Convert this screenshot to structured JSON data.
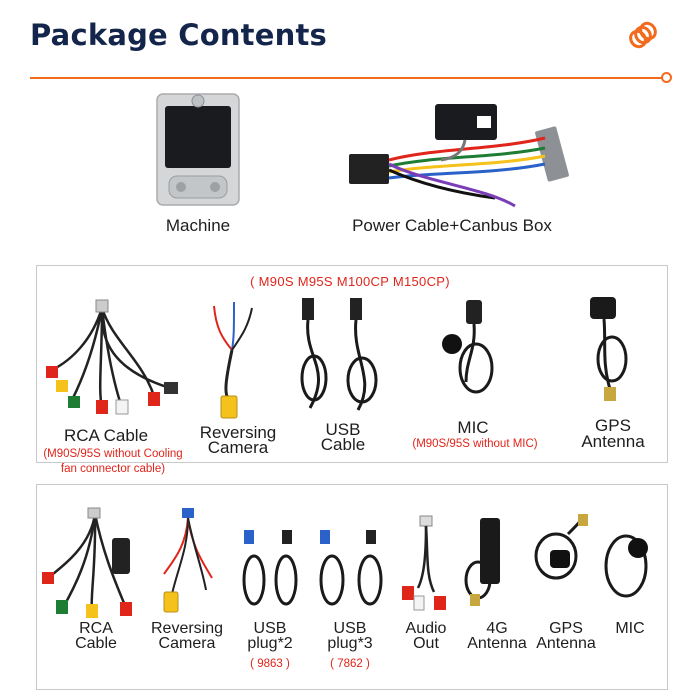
{
  "header": {
    "title": "Package Contents",
    "accent_color": "#f26b1d",
    "title_color": "#14254b",
    "logo_icon": "orange-coil-logo-icon"
  },
  "top_items": [
    {
      "label": "Machine",
      "icon": "head-unit-icon"
    },
    {
      "label": "Power Cable+Canbus Box",
      "icon": "power-harness-icon"
    }
  ],
  "panel1": {
    "models_note": "( M90S M95S M100CP M150CP)",
    "items": [
      {
        "label_lines": [
          "RCA Cable"
        ],
        "note_lines": [
          "(M90S/95S without Cooling",
          "fan connector cable)"
        ],
        "icon": "rca-cable-icon"
      },
      {
        "label_lines": [
          "Reversing",
          "Camera"
        ],
        "icon": "reversing-camera-cable-icon"
      },
      {
        "label_lines": [
          "USB",
          "Cable"
        ],
        "icon": "usb-cable-icon"
      },
      {
        "label_lines": [
          "MIC"
        ],
        "note_lines": [
          "(M90S/95S without MIC)"
        ],
        "icon": "mic-icon"
      },
      {
        "label_lines": [
          "GPS",
          "Antenna"
        ],
        "icon": "gps-antenna-icon"
      }
    ]
  },
  "panel2": {
    "items": [
      {
        "label_lines": [
          "RCA",
          "Cable"
        ],
        "icon": "rca-cable-icon"
      },
      {
        "label_lines": [
          "Reversing",
          "Camera"
        ],
        "icon": "reversing-camera-cable-icon"
      },
      {
        "label_lines": [
          "USB",
          "plug*2"
        ],
        "note_lines": [
          "( 9863 )"
        ],
        "icon": "usb-plug-icon"
      },
      {
        "label_lines": [
          "USB",
          "plug*3"
        ],
        "note_lines": [
          "( 7862 )"
        ],
        "icon": "usb-plug-icon"
      },
      {
        "label_lines": [
          "Audio",
          "Out"
        ],
        "icon": "audio-out-cable-icon"
      },
      {
        "label_lines": [
          "4G",
          "Antenna"
        ],
        "icon": "4g-antenna-icon"
      },
      {
        "label_lines": [
          "GPS",
          "Antenna"
        ],
        "icon": "gps-antenna-icon"
      },
      {
        "label_lines": [
          "MIC"
        ],
        "icon": "mic-icon"
      }
    ]
  }
}
